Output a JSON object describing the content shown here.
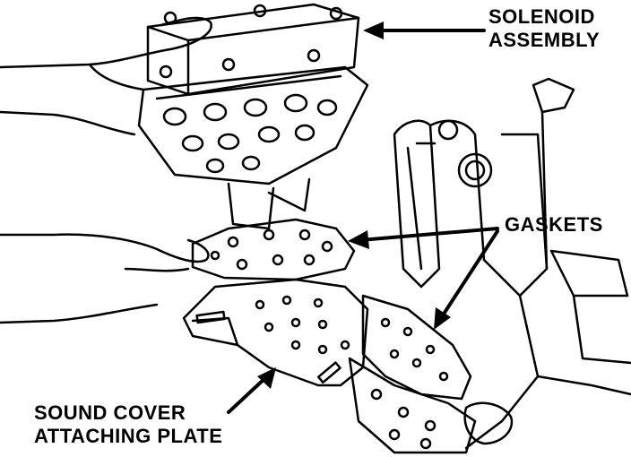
{
  "labels": {
    "solenoid": [
      "SOLENOID",
      "ASSEMBLY"
    ],
    "gaskets": "GASKETS",
    "sound_cover": [
      "SOUND COVER",
      "ATTACHING PLATE"
    ]
  },
  "colors": {
    "ink": "#000000",
    "paper": "#ffffff"
  }
}
